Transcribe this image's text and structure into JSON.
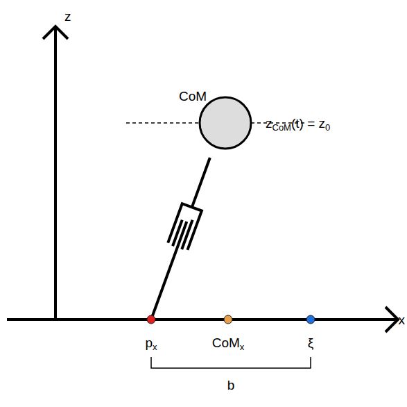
{
  "diagram": {
    "nodes": [
      {
        "text": [
          "CoM"
        ]
      }
    ],
    "labels": [
      "z",
      "x",
      "zCoM(t) = z0",
      "px",
      "CoMx",
      "ξ",
      "b"
    ]
  }
}
